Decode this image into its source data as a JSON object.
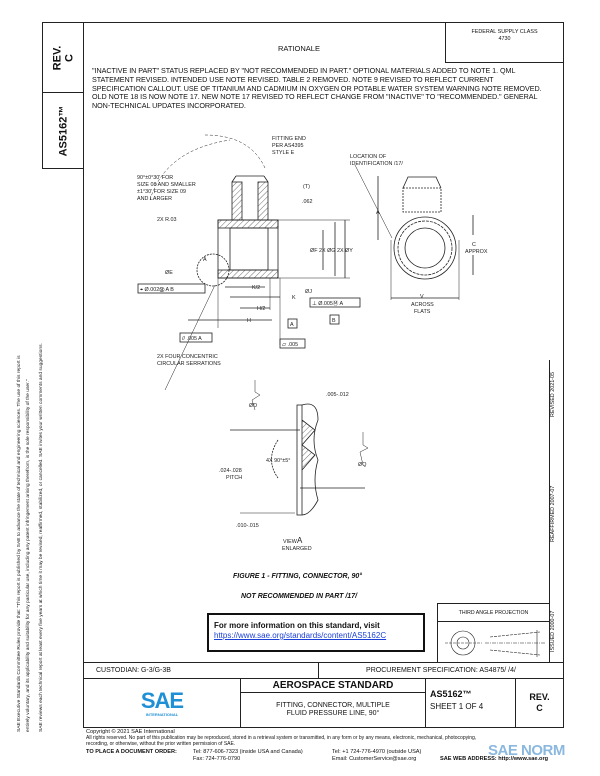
{
  "side_column": {
    "rev_label": "REV.",
    "rev_value": "C",
    "doc_number": "AS5162™"
  },
  "left_notice": {
    "line1": "SAE Executive Standards Committee Rules provide that: \"This report is published by SAE to advance the state of technical and engineering sciences. The use of this report is",
    "line2": "entirely voluntary, and its applicability and suitability for any particular use, including any patent infringement arising therefrom, is the sole responsibility of the user.\"",
    "line3": "SAE reviews each technical report at least every five years at which time it may be revised, reaffirmed, stabilized, or cancelled. SAE invites your written comments and suggestions."
  },
  "header": {
    "fsc_label": "FEDERAL SUPPLY CLASS",
    "fsc_value": "4730",
    "rationale_title": "RATIONALE",
    "rationale_text": "\"INACTIVE IN PART\" STATUS REPLACED BY \"NOT RECOMMENDED IN PART.\" OPTIONAL MATERIALS ADDED TO NOTE 1. QML STATEMENT REVISED. INTENDED USE NOTE REVISED. TABLE 2 REMOVED. NOTE 9 REVISED TO REFLECT CURRENT SPECIFICATION CALLOUT. USE OF TITANIUM AND CADMIUM IN OXYGEN OR POTABLE WATER SYSTEM WARNING NOTE REMOVED. OLD NOTE 18 IS NOW NOTE 17. NEW NOTE 17 REVISED TO REFLECT CHANGE FROM \"INACTIVE\" TO \"RECOMMENDED.\" GENERAL NON-TECHNICAL UPDATES INCORPORATED."
  },
  "drawing": {
    "fitting_end": [
      "FITTING END",
      "PER AS4395",
      "STYLE E"
    ],
    "angle_note": [
      "90°±0°30' FOR",
      "SIZE 08 AND SMALLER",
      "±1°30' FOR SIZE 09",
      "AND LARGER"
    ],
    "t_label": "(T)",
    "dim_062": ".062",
    "radius": "2X R.03",
    "dia_stack": "ØF 2X ØG 2X ØY",
    "view_a": "A",
    "dia_e": "ØE",
    "dia_j": "ØJ",
    "k": "K",
    "k_half": "K/2",
    "h_half": "H/2",
    "h": "H",
    "fcf_position": "⌖ Ø.002Ⓜ A B",
    "fcf_perp": "⊥ Ø.005Ⓜ A",
    "datum_b": "B",
    "datum_a": "A",
    "fcf_parallel": "// .005 A",
    "fcf_flat": "⏥ .005",
    "serrations": [
      "2X FOUR CONCENTRIC",
      "CIRCULAR SERRATIONS"
    ],
    "location_id": [
      "LOCATION OF",
      "IDENTIFICATION /17/"
    ],
    "a_dim": "A",
    "c_approx": [
      "C",
      "APPROX"
    ],
    "v_flats": [
      "V",
      "ACROSS",
      "FLATS"
    ],
    "dia_d": "ØD",
    "dim_top": ".005-.012",
    "angle_4x": "4X 90°±5°",
    "pitch": [
      ".024-.028",
      "PITCH"
    ],
    "dia_q": "ØQ",
    "dim_bottom": ".010-.015",
    "view_label": [
      "VIEW",
      "A",
      "ENLARGED"
    ],
    "figure_caption": "FIGURE 1 - FITTING, CONNECTOR, 90°",
    "status_note": "NOT RECOMMENDED IN PART /17/"
  },
  "info_box": {
    "text": "For more information on this standard, visit",
    "link": "https://www.sae.org/standards/content/AS5162C"
  },
  "projection": {
    "label": "THIRD ANGLE PROJECTION"
  },
  "history": {
    "issued": "ISSUED 2000-07",
    "reaffirmed": "REAFFIRMED 2007-07",
    "revised": "REVISED 2021-05"
  },
  "title_block": {
    "custodian": "CUSTODIAN: G-3/G-3B",
    "procurement": "PROCUREMENT SPECIFICATION: AS4875/ /4/",
    "logo_text": "SAE",
    "logo_sub": "INTERNATIONAL",
    "category": "AEROSPACE STANDARD",
    "title_line1": "FITTING, CONNECTOR, MULTIPLE",
    "title_line2": "FLUID PRESSURE LINE, 90°",
    "doc_number": "AS5162™",
    "sheet": "SHEET 1 OF 4",
    "rev_label": "REV.",
    "rev_value": "C"
  },
  "footer": {
    "copyright": "Copyright © 2021 SAE International",
    "rights": "All rights reserved. No part of this publication may be reproduced, stored in a retrieval system or transmitted, in any form or by any means, electronic, mechanical, photocopying,",
    "rights2": "recording, or otherwise, without the prior written permission of SAE.",
    "order_label": "TO PLACE A DOCUMENT ORDER:",
    "tel_us": "Tel: 877-606-7323 (inside USA and Canada)",
    "fax": "Fax: 724-776-0790",
    "tel_intl": "Tel: +1 724-776-4970 (outside USA)",
    "email": "Email: CustomerService@sae.org",
    "web": "SAE WEB ADDRESS: http://www.sae.org",
    "watermark": "SAE NORM"
  },
  "colors": {
    "sae_blue": "#1f8fd6",
    "link": "#1a3fd6",
    "watermark": "#6fa7d8"
  }
}
